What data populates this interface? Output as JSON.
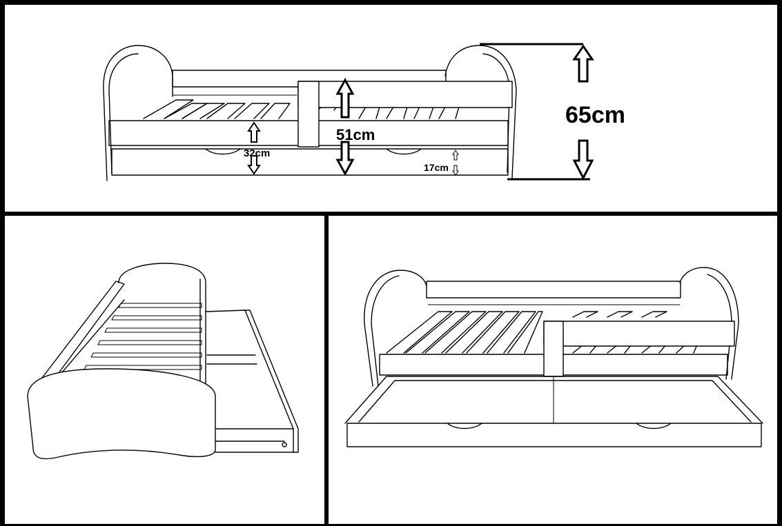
{
  "dimensions": {
    "overall_height": "65cm",
    "guard_rail_height": "51cm",
    "side_height": "32cm",
    "drawer_height": "17cm"
  },
  "colors": {
    "line": "#000000",
    "background": "#ffffff"
  },
  "views": [
    "front-elevation",
    "perspective-drawer-open",
    "front-drawer-open"
  ]
}
